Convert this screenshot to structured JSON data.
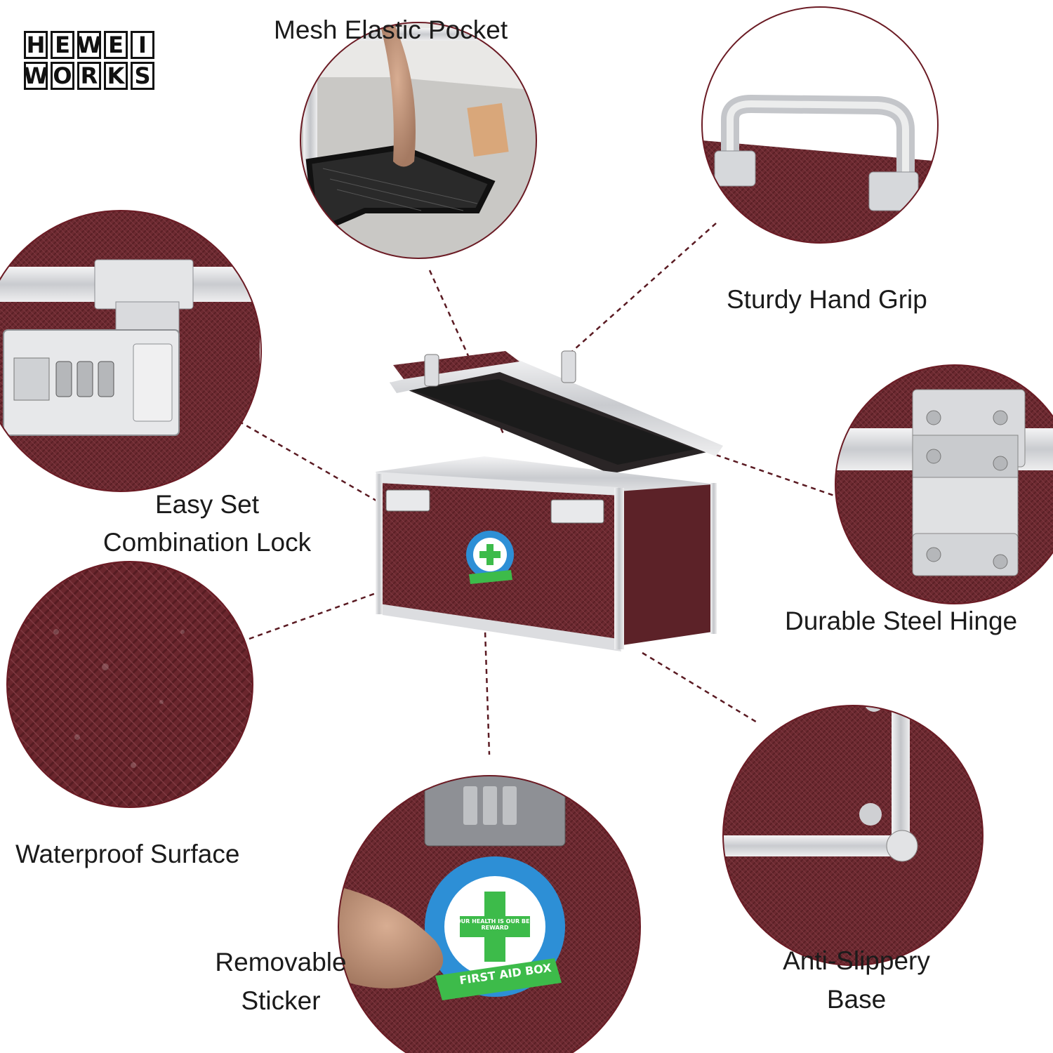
{
  "brand": {
    "logo_row1": [
      "H",
      "E",
      "W",
      "E",
      "I"
    ],
    "logo_row2": [
      "W",
      "O",
      "R",
      "K",
      "S"
    ]
  },
  "features": {
    "mesh_pocket": "Mesh Elastic Pocket",
    "hand_grip": "Sturdy Hand  Grip",
    "combination_lock_line1": "Easy Set",
    "combination_lock_line2": "Combination Lock",
    "steel_hinge": "Durable Steel Hinge",
    "waterproof": "Waterproof Surface",
    "sticker_line1": "Removable",
    "sticker_line2": "Sticker",
    "base_line1": "Anti-Slippery",
    "base_line2": "Base"
  },
  "sticker": {
    "ring_text": "YOUR HEALTH IS OUR BEST REWARD",
    "banner_text": "FIRST AID BOX"
  },
  "colors": {
    "box_burgundy": "#6e2a30",
    "aluminum": "#d9dadc",
    "cross_green": "#3dbb4a",
    "sticker_blue": "#2d8fd6",
    "leader_line": "#5a1a22"
  }
}
